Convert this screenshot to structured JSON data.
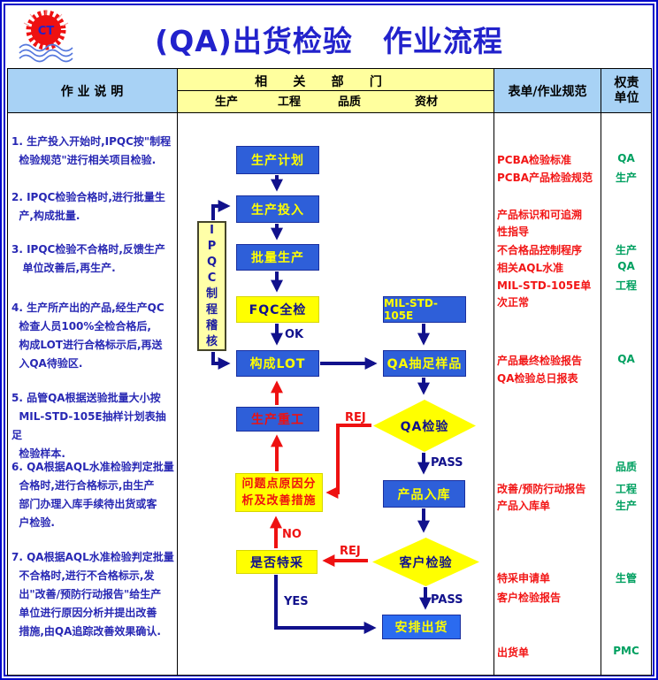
{
  "page": {
    "title": "(QA)出货检验　作业流程",
    "logo_text": "CT"
  },
  "table_header": {
    "work_desc": "作  业  说  明",
    "related_depts": "相      关      部      门",
    "sub_depts": [
      "生产",
      "工程",
      "品质",
      "资材"
    ],
    "forms_col": "表单/作业规范",
    "resp_col": "权责\n单位"
  },
  "steps": [
    "1. 生产投入开始时,IPQC按\"制程\n  检验规范\"进行相关项目检验.",
    "2. IPQC检验合格时,进行批量生\n  产,构成批量.",
    "3. IPQC检验不合格时,反馈生产\n   单位改善后,再生产.",
    "4. 生产所产出的产品,经生产QC\n  检查人员100%全检合格后,\n  构成LOT进行合格标示后,再送\n  入QA待验区.",
    "5. 品管QA根据送验批量大小按\n  MIL-STD-105E抽样计划表抽足\n  检验样本.",
    "6. QA根据AQL水准检验判定批量\n  合格时,进行合格标示,由生产\n  部门办理入库手续待出货或客\n  户检验.",
    "7. QA根据AQL水准检验判定批量\n  不合格时,进行不合格标示,发\n  出\"改善/预防行动报告\"给生产\n  单位进行原因分析并提出改善\n  措施,由QA追踪改善效果确认."
  ],
  "flow": {
    "nodes": {
      "plan": "生产计划",
      "input": "生产投入",
      "batch": "批量生产",
      "fqc": "FQC全检",
      "lot": "构成LOT",
      "milstd": "MIL-STD-105E",
      "sample": "QA抽足样品",
      "qa_check": "QA检验",
      "rework": "生产重工",
      "problem": "问题点原因分\n析及改善措施",
      "warehouse": "产品入库",
      "concession": "是否特采",
      "customer": "客户检验",
      "ship": "安排出货",
      "ipqc": "I\nP\nQ\nC\n制\n程\n稽\n核"
    },
    "labels": {
      "ok": "OK",
      "pass": "PASS",
      "rej": "REJ",
      "yes": "YES",
      "no": "NO"
    }
  },
  "forms": [
    "PCBA检验标准",
    "PCBA产品检验规范",
    "产品标识和可追溯",
    "性指导",
    "不合格品控制程序",
    "相关AQL水准",
    "MIL-STD-105E单",
    "次正常",
    "产品最终检验报告",
    "QA检验总日报表",
    "改善/预防行动报告",
    "产品入库单",
    "特采申请单",
    "客户检验报告",
    "出货单"
  ],
  "resp_units": [
    "QA",
    "生产",
    "生产",
    "QA",
    "工程",
    "QA",
    "品质",
    "工程",
    "生产",
    "生管",
    "PMC"
  ]
}
